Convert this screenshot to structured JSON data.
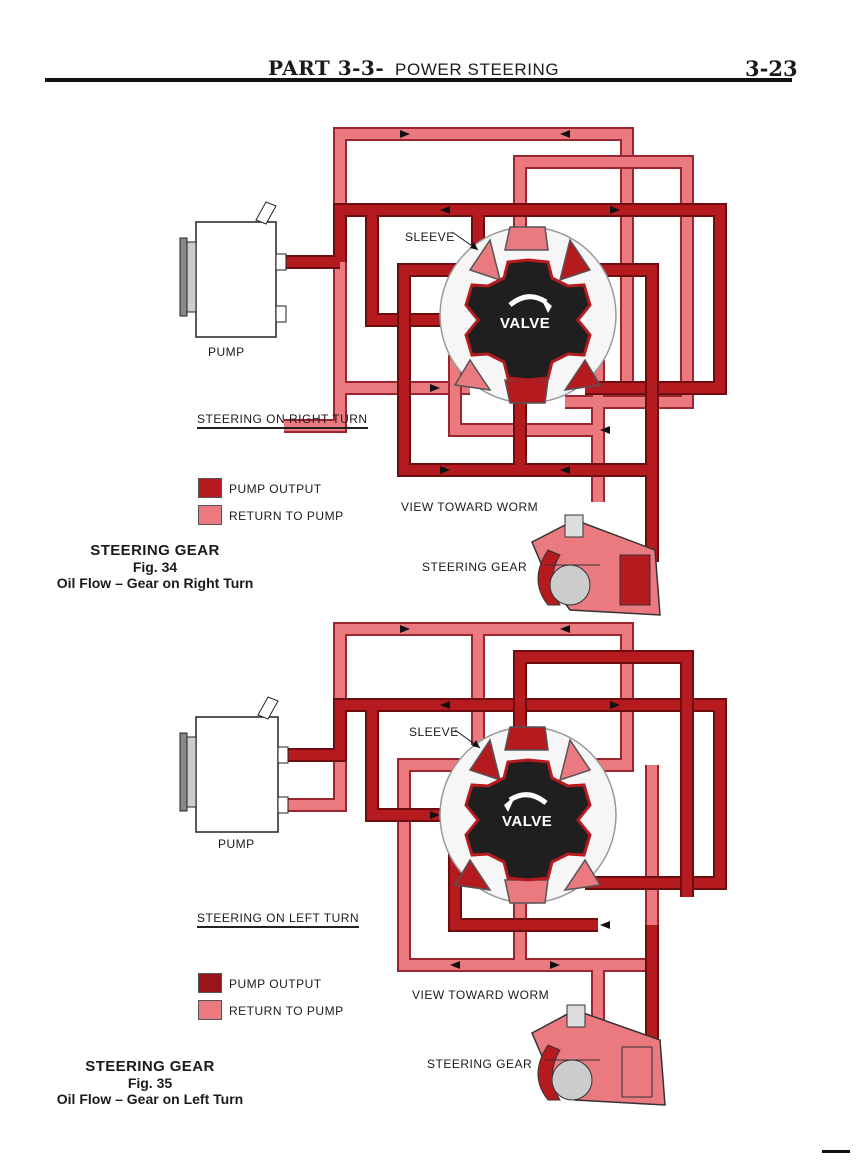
{
  "header": {
    "part": "PART 3-3-",
    "title": "POWER STEERING",
    "page_number": "3-23"
  },
  "colors": {
    "pump_output": "#b51b1e",
    "return_to_pump": "#ea7a80"
  },
  "figures": [
    {
      "labels": {
        "sleeve": "SLEEVE",
        "valve": "VALVE",
        "pump": "PUMP",
        "turn": "STEERING ON RIGHT TURN",
        "view": "VIEW TOWARD WORM",
        "gear": "STEERING GEAR"
      },
      "legend": {
        "output": "PUMP OUTPUT",
        "return": "RETURN TO PUMP"
      },
      "caption": {
        "line1": "STEERING GEAR",
        "line2": "Fig. 34",
        "line3": "Oil Flow – Gear on Right Turn"
      }
    },
    {
      "labels": {
        "sleeve": "SLEEVE",
        "valve": "VALVE",
        "pump": "PUMP",
        "turn": "STEERING ON LEFT TURN",
        "view": "VIEW TOWARD WORM",
        "gear": "STEERING GEAR"
      },
      "legend": {
        "output": "PUMP OUTPUT",
        "return": "RETURN TO PUMP"
      },
      "caption": {
        "line1": "STEERING GEAR",
        "line2": "Fig. 35",
        "line3": "Oil Flow – Gear on Left Turn"
      }
    }
  ]
}
